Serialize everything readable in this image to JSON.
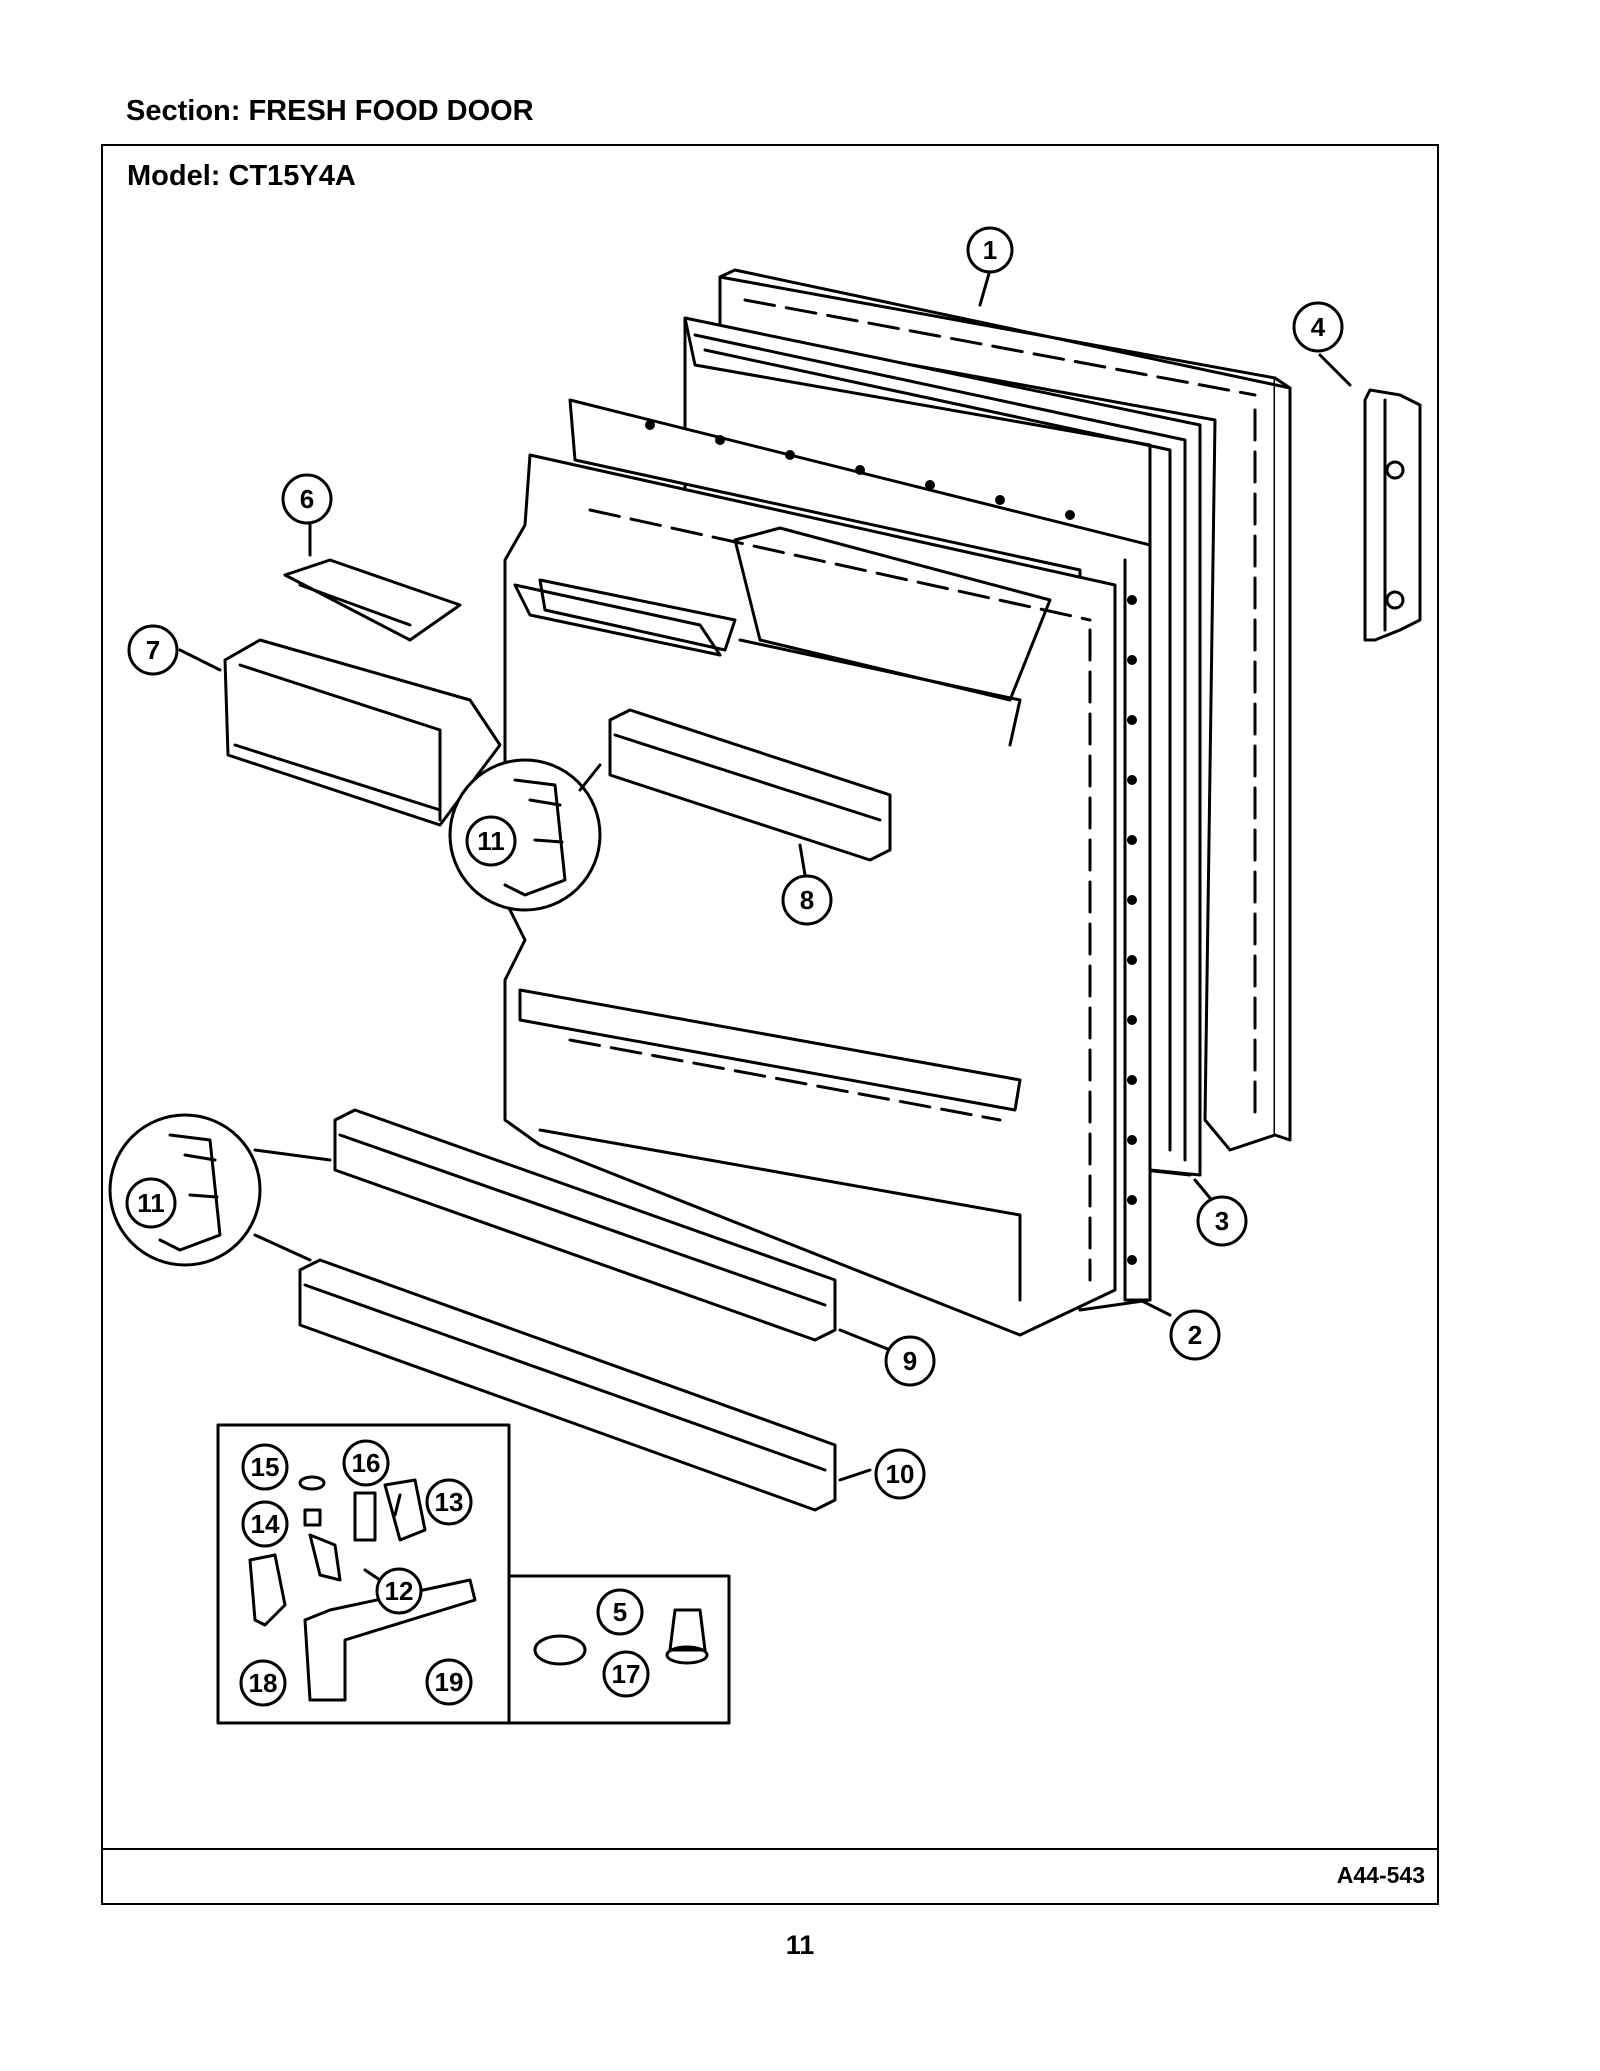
{
  "header": {
    "section": "Section:  FRESH FOOD DOOR"
  },
  "frame": {
    "model": "Model:  CT15Y4A",
    "reference_code": "A44-543"
  },
  "page_number": "11",
  "callouts": [
    "1",
    "2",
    "3",
    "4",
    "5",
    "6",
    "7",
    "8",
    "9",
    "10",
    "11",
    "11",
    "12",
    "13",
    "14",
    "15",
    "16",
    "17",
    "18",
    "19"
  ]
}
